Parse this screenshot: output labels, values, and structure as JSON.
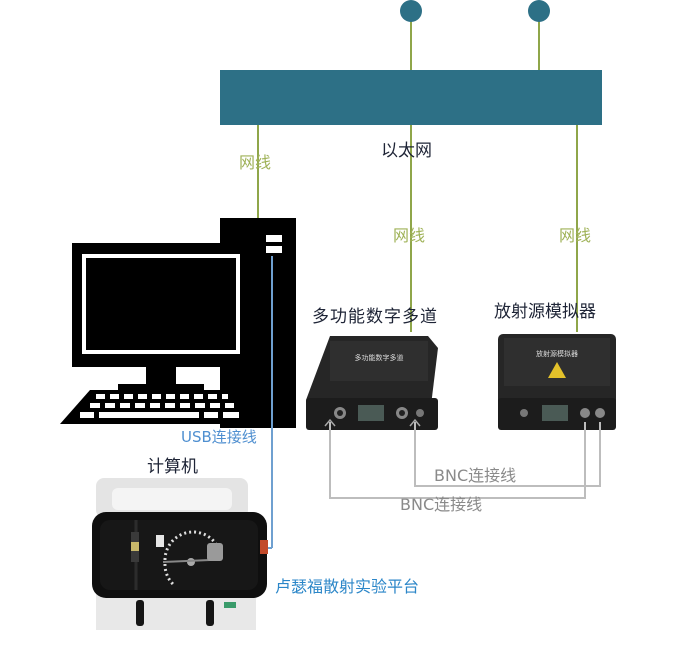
{
  "colors": {
    "switch": "#2d7086",
    "network_cable": "#8fa64a",
    "usb_cable": "#6fa0d0",
    "bnc_cable": "#bdbdbd",
    "device_body": "#2a2a2a",
    "computer": "#000000"
  },
  "labels": {
    "ethernet": "以太网",
    "net_cable_1": "网线",
    "net_cable_2": "网线",
    "net_cable_3": "网线",
    "mca_device": "多功能数字多道",
    "source_simulator": "放射源模拟器",
    "usb_cable": "USB连接线",
    "computer": "计算机",
    "bnc_cable_1": "BNC连接线",
    "bnc_cable_2": "BNC连接线",
    "rutherford_platform": "卢瑟福散射实验平台"
  },
  "device_faces": {
    "mca_label": "多功能数字多道",
    "simulator_label": "放射源模拟器"
  },
  "icons": {
    "network_node": "circle-node-icon",
    "computer": "desktop-computer-icon",
    "hazard": "radiation-warning-icon"
  }
}
